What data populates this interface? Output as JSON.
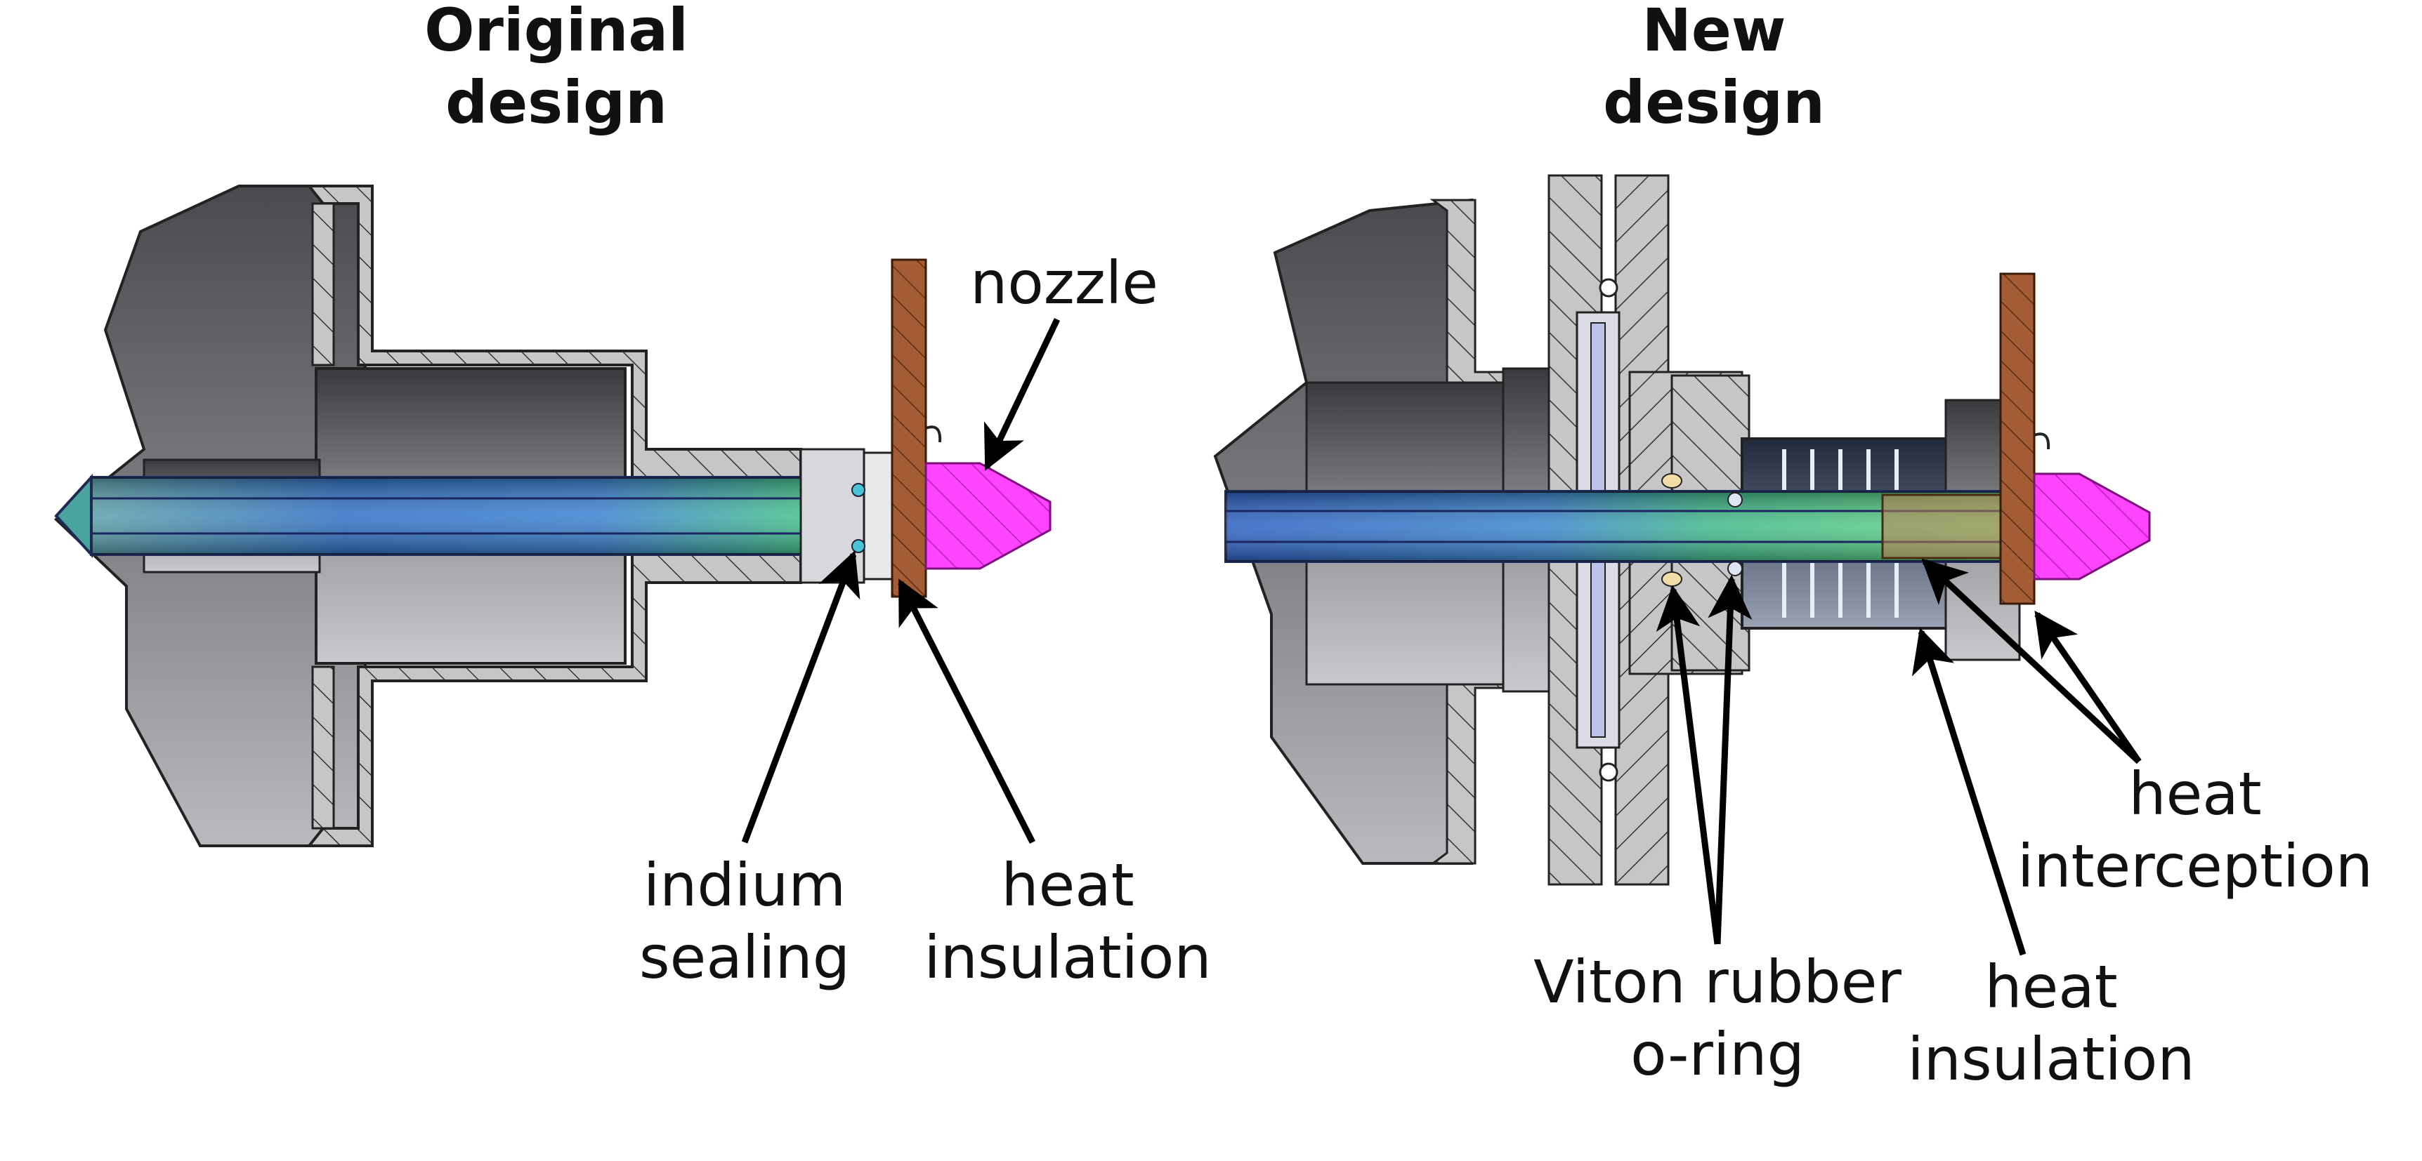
{
  "panels": {
    "original": {
      "title_line1": "Original",
      "title_line2": "design",
      "labels": {
        "nozzle": "nozzle",
        "indium_line1": "indium",
        "indium_line2": "sealing",
        "heat_ins_line1": "heat",
        "heat_ins_line2": "insulation"
      }
    },
    "new": {
      "title_line1": "New",
      "title_line2": "design",
      "labels": {
        "viton_line1": "Viton rubber",
        "viton_line2": "o-ring",
        "heat_ins_line1": "heat",
        "heat_ins_line2": "insulation",
        "heat_int_line1": "heat",
        "heat_int_line2": "interception"
      }
    }
  },
  "colors": {
    "steel_dark": "#3c3c40",
    "steel_light": "#b4b4b9",
    "hatch_fill": "#c4c4c6",
    "copper": "#a25a33",
    "nozzle": "#ff40ff",
    "tube_blue": "#2f63c9",
    "tube_green": "#3fcf83",
    "arrow": "#000000"
  }
}
